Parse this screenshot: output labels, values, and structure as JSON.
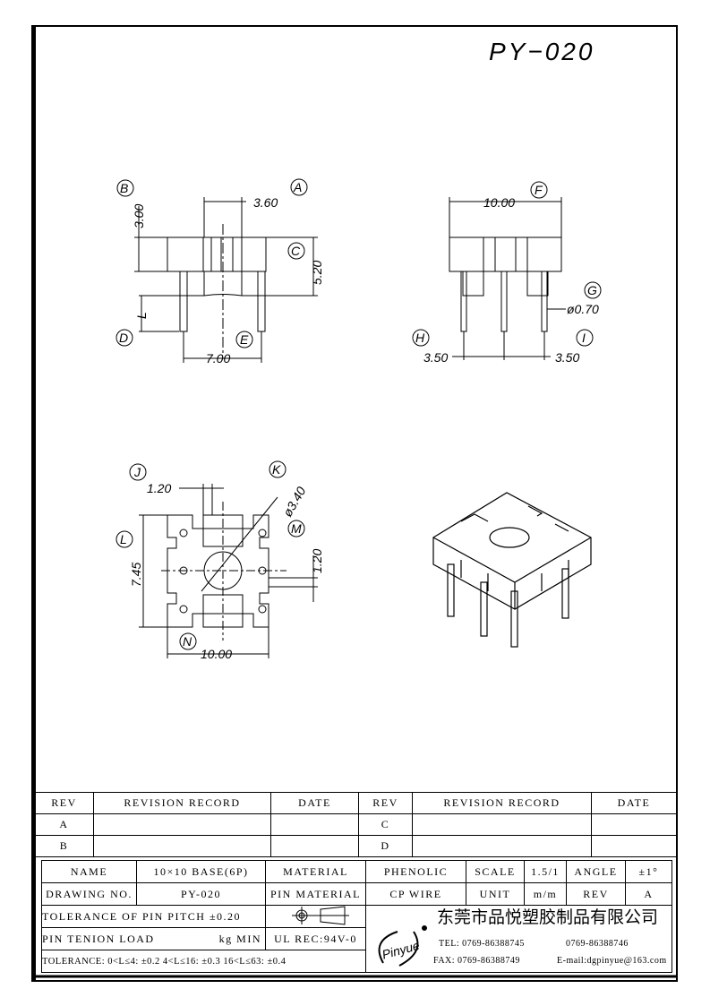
{
  "drawing_title": "PY−020",
  "front_view": {
    "labels": [
      "A",
      "B",
      "C",
      "D",
      "E"
    ],
    "dims": {
      "a": "3.60",
      "b": "3.00",
      "c": "5.20",
      "e": "7.00",
      "l": "L"
    }
  },
  "side_view": {
    "labels": [
      "F",
      "G",
      "H",
      "I"
    ],
    "dims": {
      "f": "10.00",
      "g": "ø0.70",
      "h": "3.50",
      "i": "3.50"
    }
  },
  "bottom_view": {
    "labels": [
      "J",
      "K",
      "L",
      "M",
      "N"
    ],
    "dims": {
      "j": "1.20",
      "k": "ø3.40",
      "l": "7.45",
      "m": "1.20",
      "n": "10.00"
    }
  },
  "revision_table": {
    "headers": [
      "REV",
      "REVISION RECORD",
      "DATE",
      "REV",
      "REVISION RECORD",
      "DATE"
    ],
    "rows": [
      [
        "A",
        "",
        "",
        "C",
        "",
        ""
      ],
      [
        "B",
        "",
        "",
        "D",
        "",
        ""
      ]
    ]
  },
  "title_block": {
    "name_label": "NAME",
    "name": "10×10 BASE(6P)",
    "material_label": "MATERIAL",
    "material": "PHENOLIC",
    "scale_label": "SCALE",
    "scale": "1.5/1",
    "angle_label": "ANGLE",
    "angle": "±1°",
    "drawing_no_label": "DRAWING NO.",
    "drawing_no": "PY-020",
    "pin_material_label": "PIN MATERIAL",
    "pin_material": "CP WIRE",
    "unit_label": "UNIT",
    "unit": "m/m",
    "rev_label": "REV",
    "rev": "A",
    "pitch_tolerance": "TOLERANCE OF PIN PITCH ±0.20",
    "pin_load_label": "PIN TENION LOAD",
    "pin_load_unit": "kg MIN",
    "ul": "UL REC:94V-0",
    "tolerance": "TOLERANCE: 0<L≤4: ±0.2  4<L≤16: ±0.3  16<L≤63: ±0.4",
    "logo": "Pinyue",
    "company": "东莞市品悦塑胶制品有限公司",
    "tel": "TEL: 0769-86388745",
    "tel2": "0769-86388746",
    "fax": "FAX: 0769-86388749",
    "email": "E-mail:dgpinyue@163.com"
  }
}
